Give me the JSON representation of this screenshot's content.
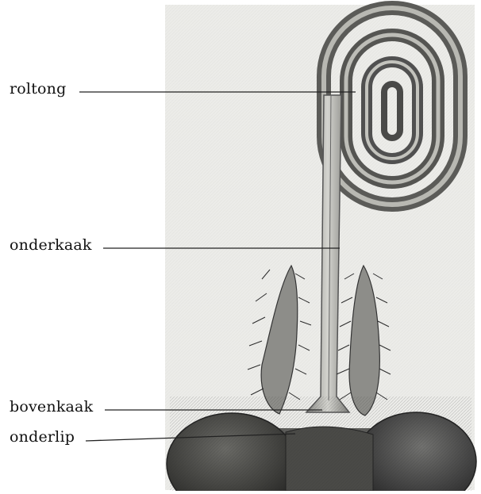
{
  "labels": {
    "proboscis": "roltong",
    "maxilla": "onderkaak",
    "mandible": "bovenkaak",
    "labium": "onderlip"
  },
  "colors": {
    "background": "#ffffff",
    "plate_background": "#ececea",
    "tissue_dark": "#3a3a3a",
    "tissue_mid": "#8a8a86",
    "tissue_light": "#c9c9c4",
    "leader_line": "#222222"
  }
}
